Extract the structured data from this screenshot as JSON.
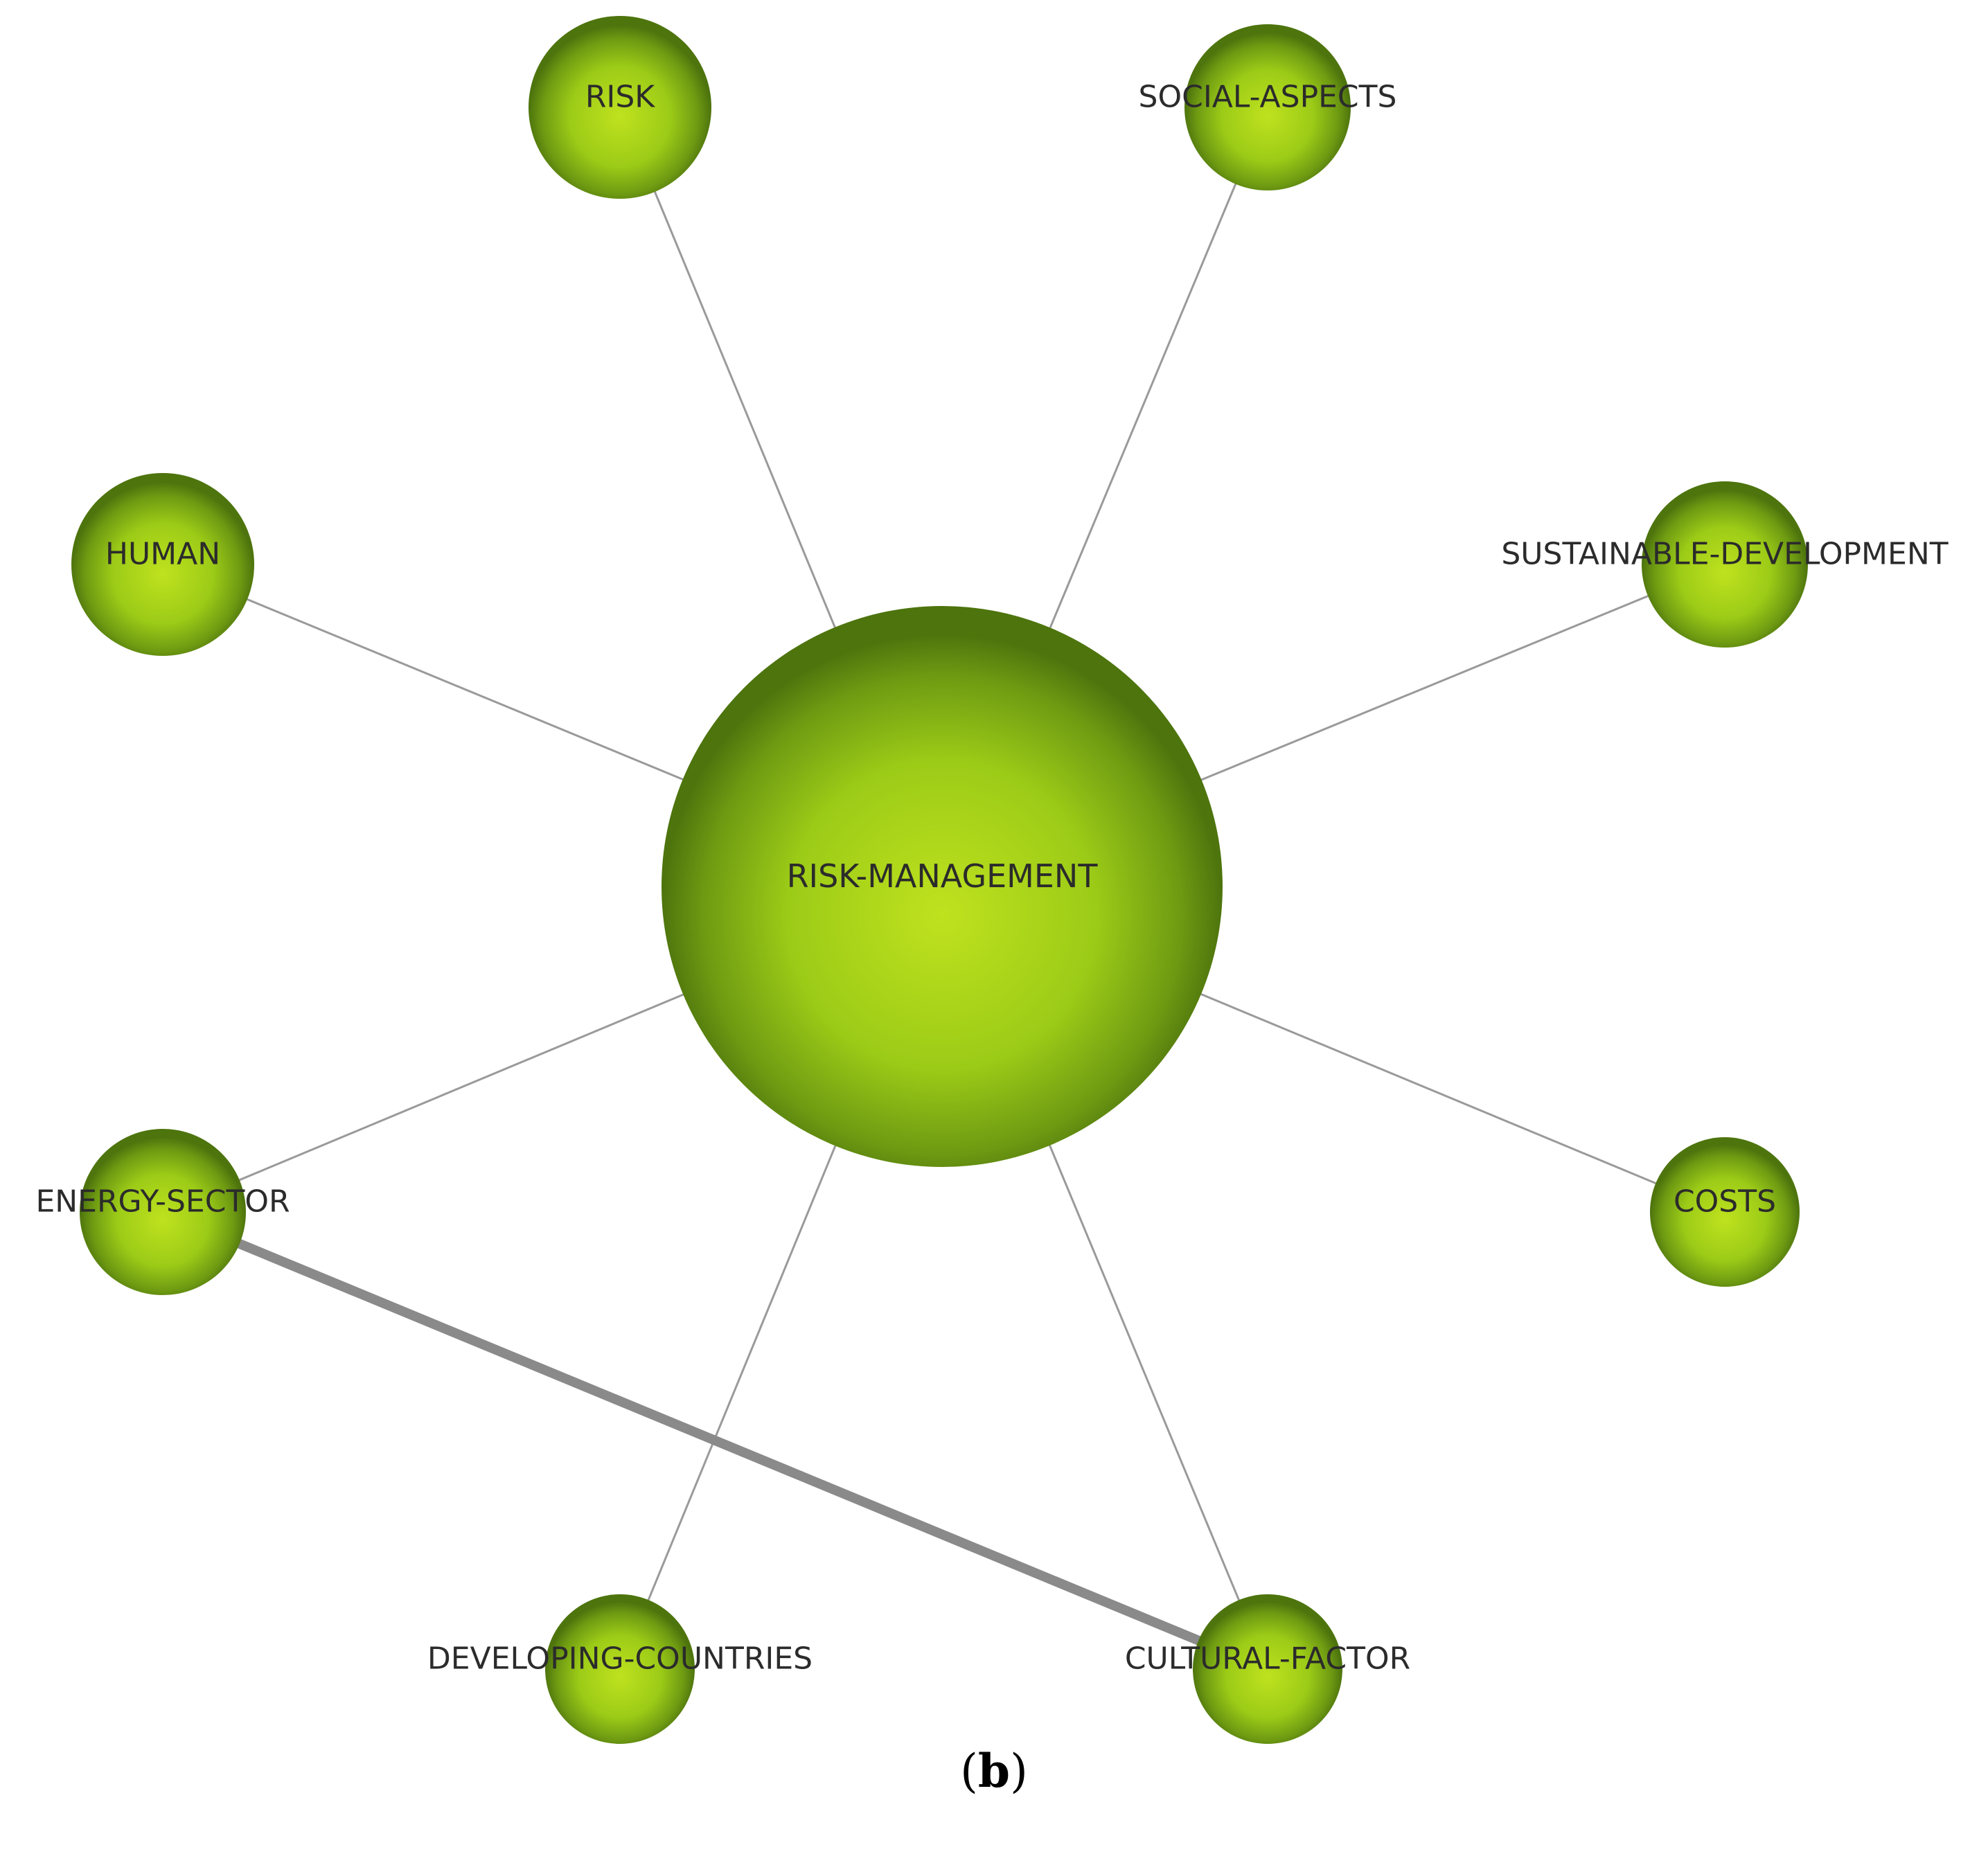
{
  "diagram": {
    "center": "RISK-MANAGEMENT",
    "nodes": [
      {
        "id": "risk-management",
        "label": "RISK-MANAGEMENT"
      },
      {
        "id": "risk",
        "label": "RISK"
      },
      {
        "id": "social-aspects",
        "label": "SOCIAL-ASPECTS"
      },
      {
        "id": "human",
        "label": "HUMAN"
      },
      {
        "id": "sustainable-development",
        "label": "SUSTAINABLE-DEVELOPMENT"
      },
      {
        "id": "energy-sector",
        "label": "ENERGY-SECTOR"
      },
      {
        "id": "costs",
        "label": "COSTS"
      },
      {
        "id": "developing-countries",
        "label": "DEVELOPING-COUNTRIES"
      },
      {
        "id": "cultural-factor",
        "label": "CULTURAL-FACTOR"
      }
    ],
    "edges": [
      {
        "from": "risk-management",
        "to": "risk",
        "weight": "thin"
      },
      {
        "from": "risk-management",
        "to": "social-aspects",
        "weight": "thin"
      },
      {
        "from": "risk-management",
        "to": "human",
        "weight": "thin"
      },
      {
        "from": "risk-management",
        "to": "sustainable-development",
        "weight": "thin"
      },
      {
        "from": "risk-management",
        "to": "energy-sector",
        "weight": "thin"
      },
      {
        "from": "risk-management",
        "to": "costs",
        "weight": "thin"
      },
      {
        "from": "risk-management",
        "to": "developing-countries",
        "weight": "thin"
      },
      {
        "from": "risk-management",
        "to": "cultural-factor",
        "weight": "thin"
      },
      {
        "from": "energy-sector",
        "to": "cultural-factor",
        "weight": "thick"
      }
    ],
    "colors": {
      "node_light": "#bfe21e",
      "node_mid": "#93c015",
      "node_dark": "#507a0e",
      "edge": "#8a8a8a",
      "label": "#2b2b2b"
    }
  },
  "caption": {
    "open": "(",
    "letter": "b",
    "close": ")"
  }
}
